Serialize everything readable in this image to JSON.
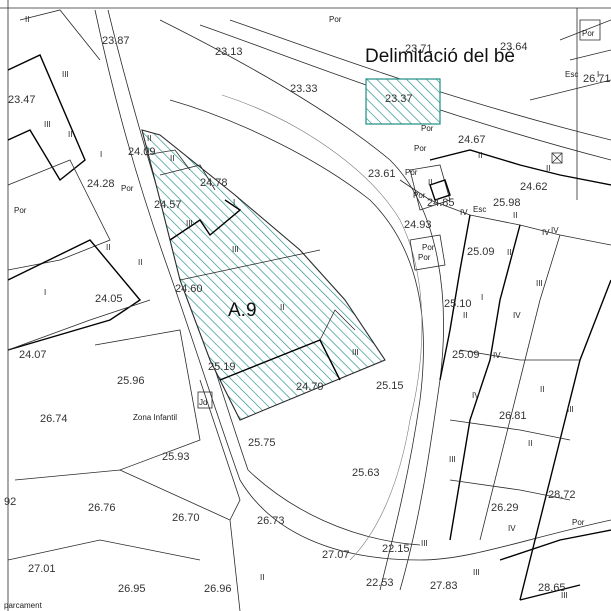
{
  "legend": {
    "title": "Delimitació del bé",
    "hatch_color": "#1f8e86"
  },
  "area_label": "A.9",
  "playground_label": "Zona Infantil",
  "bottom_text": "parcament",
  "elevations": [
    "23.87",
    "23.13",
    "23.33",
    "23.37",
    "23.47",
    "24.09",
    "24.67",
    "24.62",
    "23.61",
    "24.28",
    "24.78",
    "24.57",
    "24.85",
    "25.98",
    "24.93",
    "25.09",
    "24.60",
    "24.05",
    "25.10",
    "25.09",
    "24.07",
    "25.19",
    "24.79",
    "25.15",
    "25.96",
    "26.74",
    "26.81",
    "25.75",
    "25.93",
    "25.63",
    "26.76",
    "26.70",
    "26.73",
    "26.29",
    "28.72",
    "27.07",
    "22.15",
    "27.01",
    "26.95",
    "26.96",
    "22.53",
    "27.83",
    "28.65",
    "23.64",
    "23.71",
    "26.71",
    "92"
  ],
  "por_labels": [
    "Por",
    "Por",
    "Por",
    "Por",
    "Por",
    "Por",
    "Por",
    "Por",
    "Por",
    "Por",
    "Por"
  ],
  "esc_labels": [
    "Esc",
    "Esc"
  ],
  "roman_labels": [
    "II",
    "III",
    "III",
    "II",
    "I",
    "II",
    "II",
    "I",
    "III",
    "II",
    "III",
    "II",
    "II",
    "I",
    "II",
    "IV",
    "III",
    "III",
    "I",
    "IV",
    "II",
    "II",
    "IV",
    "III",
    "IV",
    "II",
    "III",
    "II",
    "IV",
    "III",
    "IV",
    "II",
    "III",
    "III",
    "IV",
    "II",
    "II",
    "I",
    "II"
  ],
  "jd_label": "Jd",
  "icons": [
    "cross-box-icon"
  ]
}
